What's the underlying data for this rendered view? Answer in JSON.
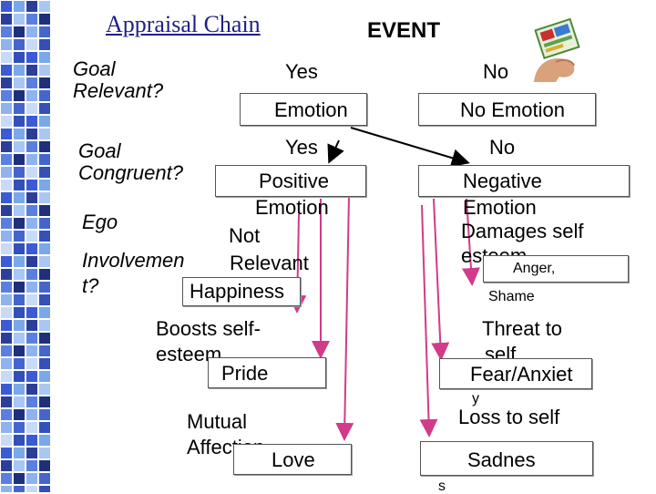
{
  "title": "Appraisal Chain",
  "event": "EVENT",
  "questions": {
    "goal_relevant": [
      "Goal",
      "Relevant?"
    ],
    "goal_congruent": [
      "Goal",
      "Congruent?"
    ],
    "ego": [
      "Ego",
      "Involvemen",
      "t?"
    ]
  },
  "yes1": "Yes",
  "no1": "No",
  "emotion": "Emotion",
  "no_emotion": "No Emotion",
  "yes2": "Yes",
  "no2": "No",
  "positive_emotion": [
    "Positive",
    "Emotion"
  ],
  "negative_emotion": [
    "Negative",
    "Emotion"
  ],
  "not_relevant": [
    "Not",
    "Relevant"
  ],
  "happiness": "Happiness",
  "damages_self_esteem": [
    "Damages self",
    "esteem"
  ],
  "anger_shame": [
    "Anger,",
    "Shame"
  ],
  "boosts_self_esteem": [
    "Boosts self-",
    "esteem"
  ],
  "pride": "Pride",
  "threat_to_self": [
    "Threat to",
    "self"
  ],
  "fear_anxiety": [
    "Fear/Anxiet",
    "y"
  ],
  "loss_to_self": "Loss to self",
  "mutual_affection": [
    "Mutual",
    "Affection"
  ],
  "love": "Love",
  "sadness": [
    "Sadnes",
    "s"
  ],
  "colors": {
    "title": "#1f1f8a",
    "arrow": "#d23a8a",
    "line": "#000000"
  },
  "icons": {
    "strip": "decorative-square-strip",
    "image": "lottery-ticket-hand-image"
  }
}
